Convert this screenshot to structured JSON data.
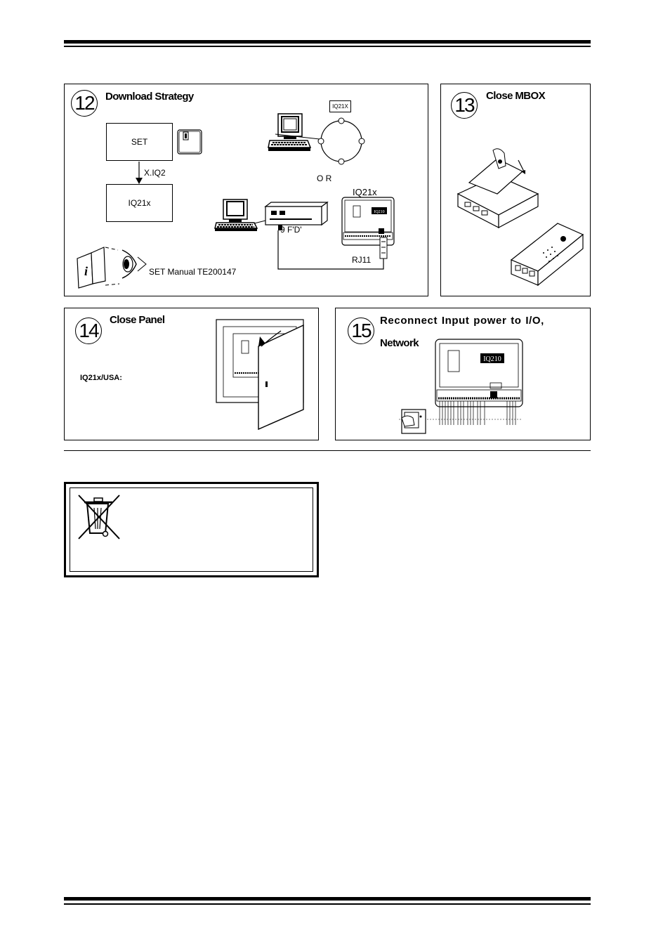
{
  "steps": [
    {
      "number": "12",
      "title": "Download Strategy",
      "set_box": "SET",
      "file_label": "X.IQ2",
      "iq_box": "IQ21x",
      "network_node": "IQ21X",
      "or_label": "O R",
      "controller_label": "IQ21x",
      "port_label": "9 F'D'",
      "cable_label": "RJ11",
      "manual_ref": "SET Manual  TE200147",
      "device_brand": "IQ210"
    },
    {
      "number": "13",
      "title": "Close MBOX"
    },
    {
      "number": "14",
      "title": "Close Panel",
      "note": "IQ21x/USA:"
    },
    {
      "number": "15",
      "title_line1": "Reconnect  Input  power  to  I/O,",
      "title_line2": "Network",
      "device_brand": "IQ210"
    }
  ],
  "icons": {
    "manual": "information-book-icon",
    "eye": "eye-icon",
    "floppy": "floppy-disk-icon",
    "computer": "desktop-computer-icon",
    "waste": "crossed-out-wheelie-bin-icon",
    "switch": "power-switch-icon"
  }
}
